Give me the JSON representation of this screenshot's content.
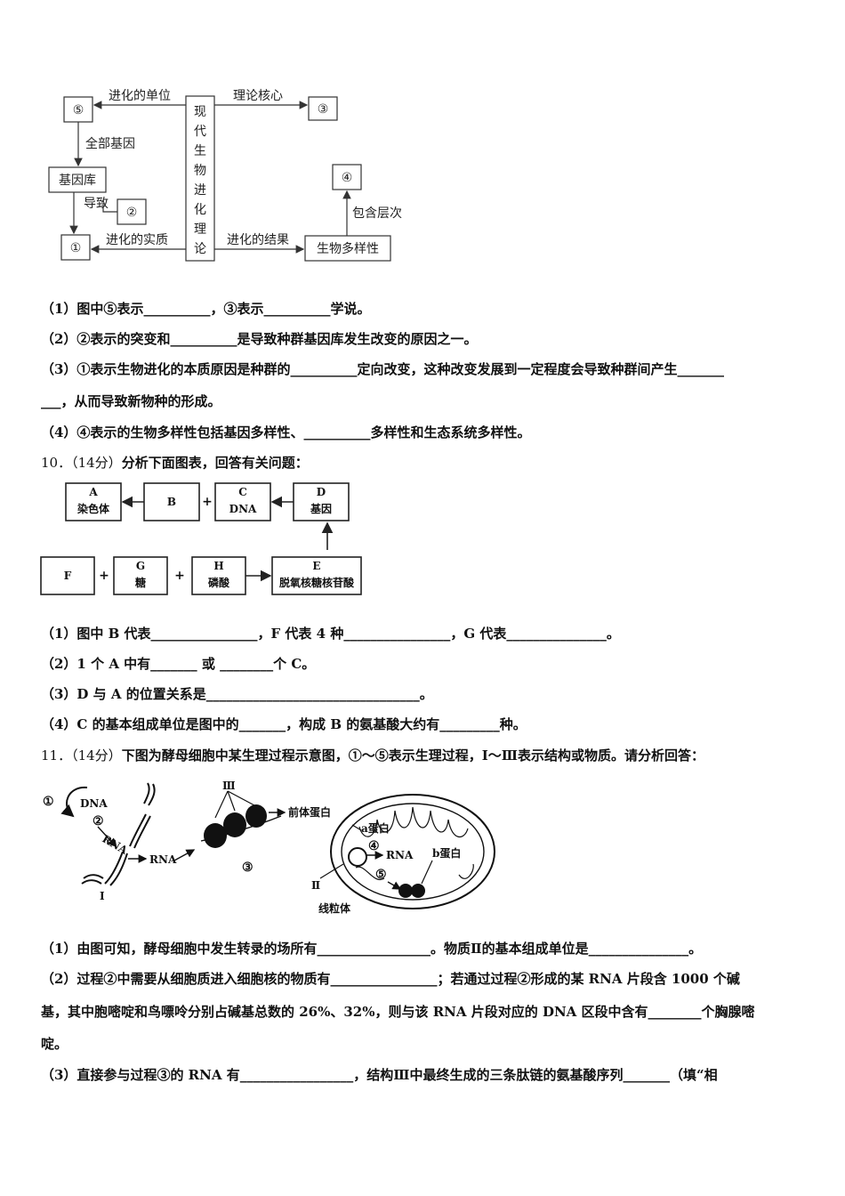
{
  "diagram1": {
    "box5": "⑤",
    "box3": "③",
    "box4": "④",
    "box2": "②",
    "box1": "①",
    "gene_pool": "基因库",
    "biodiversity": "生物多样性",
    "center": [
      "现",
      "代",
      "生",
      "物",
      "进",
      "化",
      "理",
      "论"
    ],
    "unit_of_evolution": "进化的单位",
    "theory_core": "理论核心",
    "all_genes": "全部基因",
    "leads_to": "导致",
    "essence": "进化的实质",
    "result": "进化的结果",
    "levels": "包含层次"
  },
  "q9": [
    "（1）图中⑤表示__________，③表示__________学说。",
    "（2）②表示的突变和__________是导致种群基因库发生改变的原因之一。",
    "（3）①表示生物进化的本质原因是种群的__________定向改变，这种改变发展到一定程度会导致种群间产生_______",
    "___，从而导致新物种的形成。",
    "（4）④表示的生物多样性包括基因多样性、__________多样性和生态系统多样性。"
  ],
  "q10": {
    "num": "10．",
    "points": "（14分）",
    "stem": "分析下面图表，回答有关问题：",
    "diagram": {
      "A_letter": "A",
      "A_text": "染色体",
      "B_letter": "B",
      "C_letter": "C",
      "C_text": "DNA",
      "D_letter": "D",
      "D_text": "基因",
      "E_letter": "E",
      "E_text": "脱氧核糖核苷酸",
      "F_letter": "F",
      "G_letter": "G",
      "G_text": "糖",
      "H_letter": "H",
      "H_text": "磷酸",
      "plus": "+"
    },
    "lines": [
      "（1）图中 B 代表________________，F 代表 4 种________________，G 代表_______________。",
      "（2）1 个 A 中有_______ 或 ________个 C。",
      "（3）D 与 A 的位置关系是________________________________。",
      "（4）C 的基本组成单位是图中的_______，构成 B 的氨基酸大约有_________种。"
    ]
  },
  "q11": {
    "num": "11．",
    "points": "（14分）",
    "stem": "下图为酵母细胞中某生理过程示意图，①～⑤表示生理过程，Ⅰ～Ⅲ表示结构或物质。请分析回答：",
    "diagram": {
      "c1": "①",
      "dna": "DNA",
      "c2": "②",
      "rna1": "RNA",
      "rna2": "RNA",
      "roman1": "Ⅰ",
      "roman3": "Ⅲ",
      "c3": "③",
      "precursor": "前体蛋白",
      "a_protein": "a蛋白",
      "c4": "④",
      "rna3": "RNA",
      "b_protein": "b蛋白",
      "c5": "⑤",
      "roman2": "Ⅱ",
      "mito": "线粒体"
    },
    "lines": [
      "（1）由图可知，酵母细胞中发生转录的场所有_________________。物质Ⅱ的基本组成单位是_______________。",
      "（2）过程②中需要从细胞质进入细胞核的物质有________________；若通过过程②形成的某 RNA 片段含 1000 个碱",
      "基，其中胞嘧啶和鸟嘌呤分别占碱基总数的 26%、32%，则与该 RNA 片段对应的 DNA 区段中含有________个胸腺嘧",
      "啶。",
      "（3）直接参与过程③的 RNA 有_________________，结构Ⅲ中最终生成的三条肽链的氨基酸序列_______（填“相"
    ]
  }
}
